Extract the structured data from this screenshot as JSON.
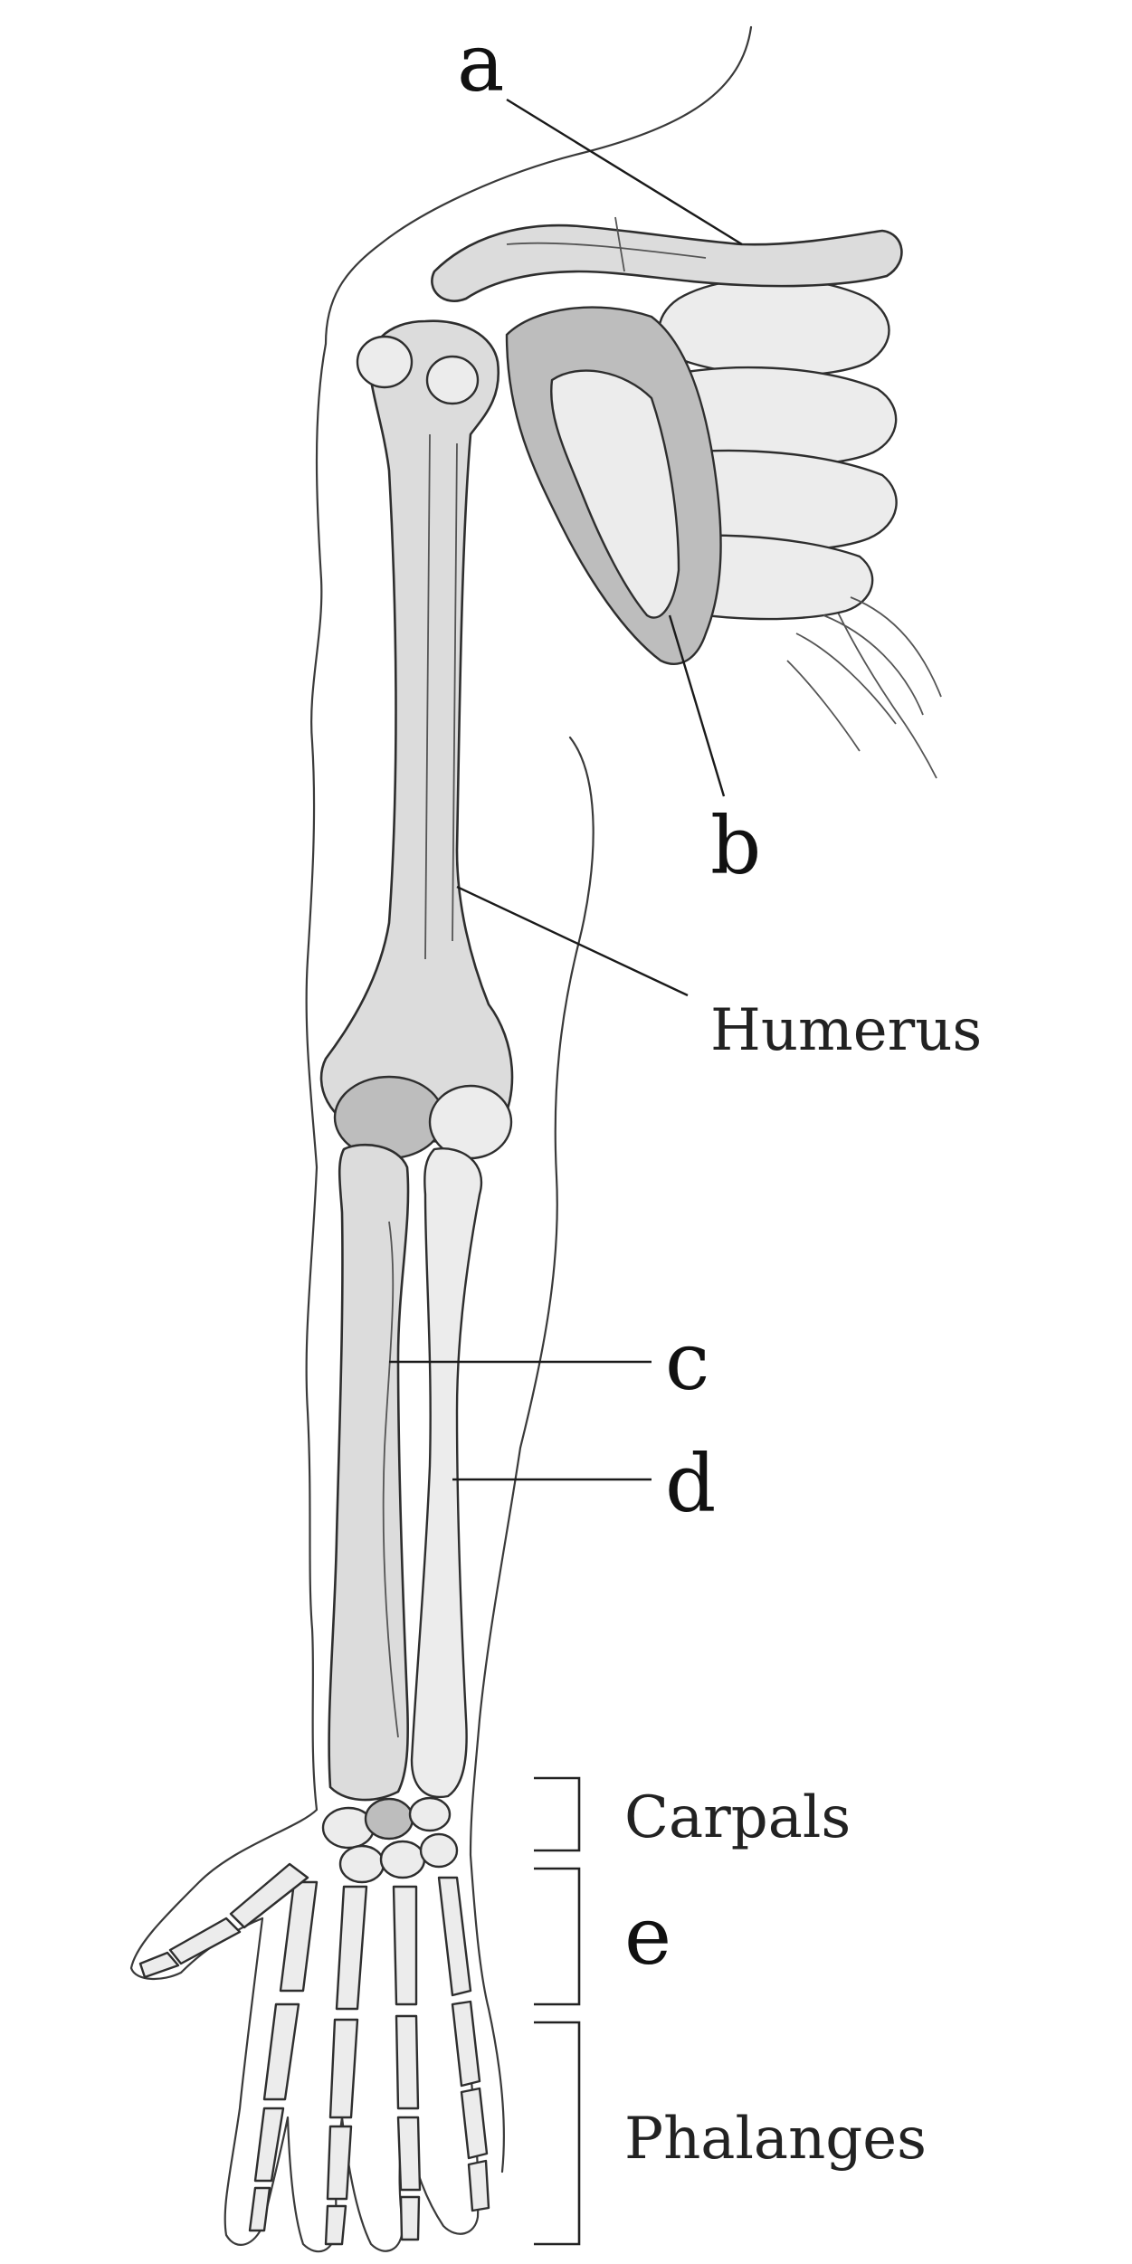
{
  "labels": {
    "a": "a",
    "b": "b",
    "humerus": "Humerus",
    "c": "c",
    "d": "d",
    "carpals": "Carpals",
    "e": "e",
    "phalanges": "Phalanges"
  }
}
